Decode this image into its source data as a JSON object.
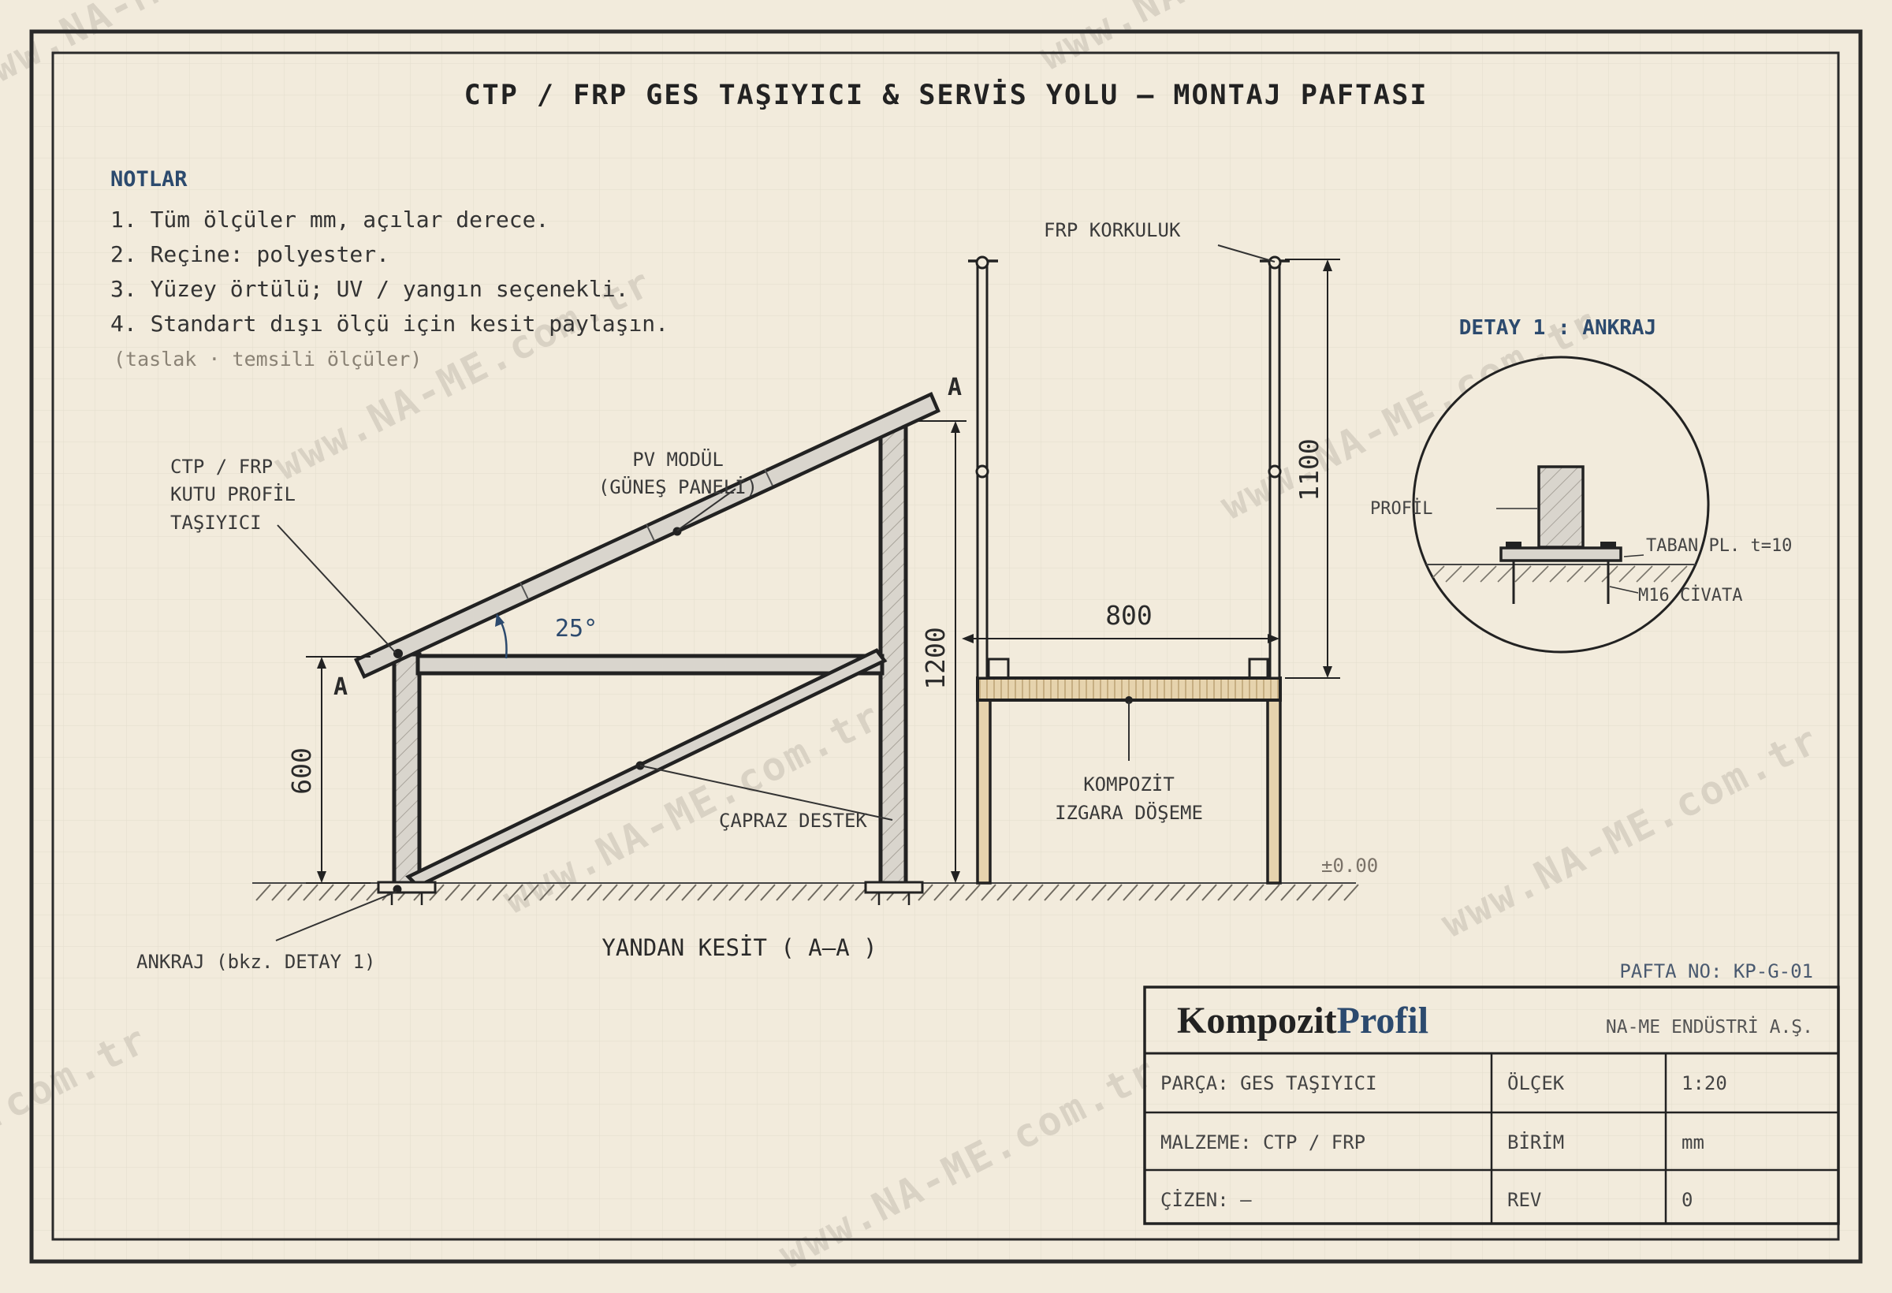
{
  "title": "CTP / FRP GES TAŞIYICI & SERVİS YOLU — MONTAJ PAFTASI",
  "notes": {
    "heading": "NOTLAR",
    "items": [
      "1. Tüm ölçüler mm, açılar derece.",
      "2. Reçine: polyester.",
      "3. Yüzey örtülü; UV / yangın seçenekli.",
      "4. Standart dışı ölçü için kesit paylaşın."
    ],
    "footnote": "(taslak · temsili ölçüler)"
  },
  "labels": {
    "profile_line1": "CTP / FRP",
    "profile_line2": "KUTU PROFİL",
    "profile_line3": "TAŞIYICI",
    "pv_line1": "PV MODÜL",
    "pv_line2": "(GÜNEŞ PANELİ)",
    "brace": "ÇAPRAZ DESTEK",
    "anchor": "ANKRAJ (bkz. DETAY 1)",
    "railing": "FRP KORKULUK",
    "grating_line1": "KOMPOZİT",
    "grating_line2": "IZGARA DÖŞEME",
    "section_caption": "YANDAN KESİT ( A–A )",
    "elevation": "±0.00",
    "section_mark": "A"
  },
  "dimensions": {
    "angle": "25°",
    "front_height": "600",
    "rear_height": "1200",
    "walkway_width": "800",
    "railing_height": "1100"
  },
  "detail": {
    "title": "DETAY 1 : ANKRAJ",
    "profile": "PROFİL",
    "base_plate": "TABAN PL. t=10",
    "bolt": "M16 CİVATA"
  },
  "title_block": {
    "sheet_no": "PAFTA NO: KP-G-01",
    "brand_part1": "Kompozit",
    "brand_part2": "Profil",
    "company": "NA-ME ENDÜSTRİ A.Ş.",
    "rows": [
      {
        "label": "PARÇA: GES TAŞIYICI",
        "key": "ÖLÇEK",
        "value": "1:20"
      },
      {
        "label": "MALZEME: CTP / FRP",
        "key": "BİRİM",
        "value": "mm"
      },
      {
        "label": "ÇİZEN: —",
        "key": "REV",
        "value": "0"
      }
    ]
  },
  "watermark": "www.NA-ME.com.tr",
  "colors": {
    "paper": "#f2ebdc",
    "ink": "#222222",
    "accent": "#2c4a6e",
    "grating": "#e6d3ad",
    "member_fill": "#d9d5cd"
  }
}
